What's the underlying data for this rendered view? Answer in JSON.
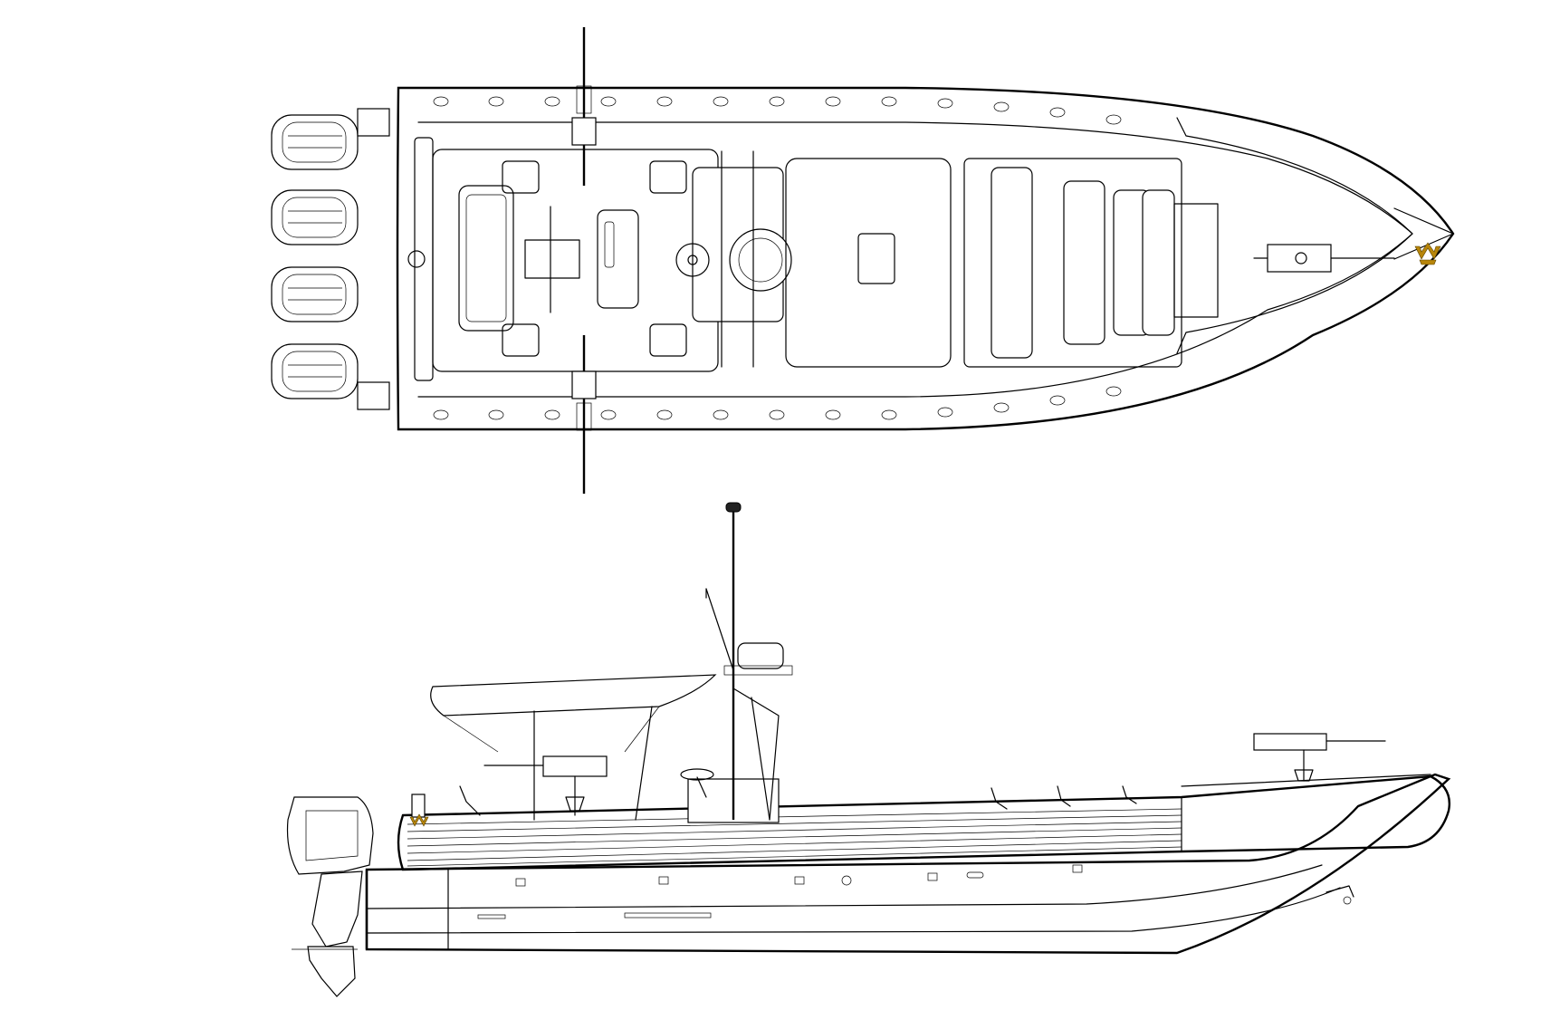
{
  "drawing": {
    "views": [
      "top-plan",
      "side-profile"
    ],
    "engines": {
      "count": 4
    },
    "colors": {
      "line": "#000000",
      "background": "#ffffff",
      "logo_accent": "#b8860b"
    },
    "icons": [
      "outboard-engine-icon",
      "mounted-gun-icon",
      "radar-dome-icon",
      "steering-wheel-icon",
      "manufacturer-logo-icon"
    ]
  }
}
